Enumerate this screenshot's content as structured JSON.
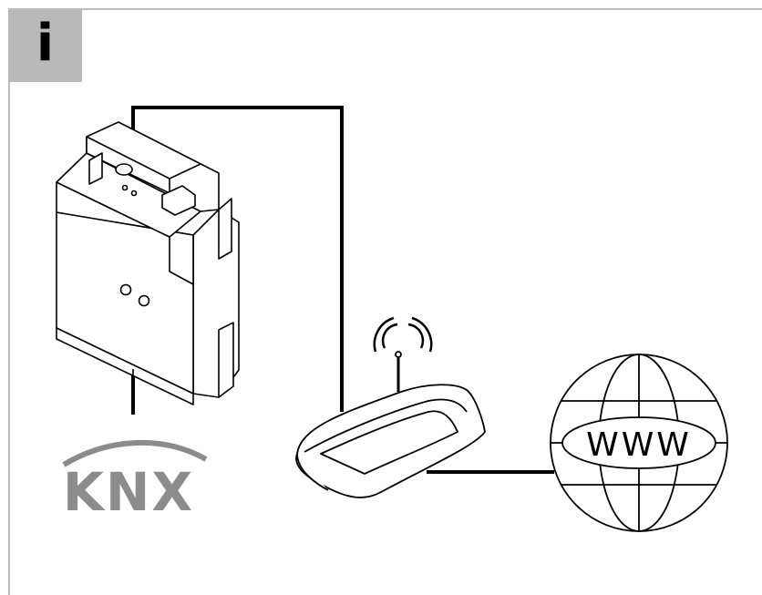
{
  "info_badge": {
    "symbol": "i",
    "color": "#b9b9b9"
  },
  "knx_logo": {
    "text": "KNX",
    "color": "#8c8c8c"
  },
  "globe": {
    "label": "WWW"
  },
  "devices": [
    {
      "name": "din-rail-ip-interface",
      "icon": "din-module-icon"
    },
    {
      "name": "wifi-router",
      "icon": "router-icon"
    },
    {
      "name": "internet",
      "icon": "globe-icon"
    }
  ]
}
